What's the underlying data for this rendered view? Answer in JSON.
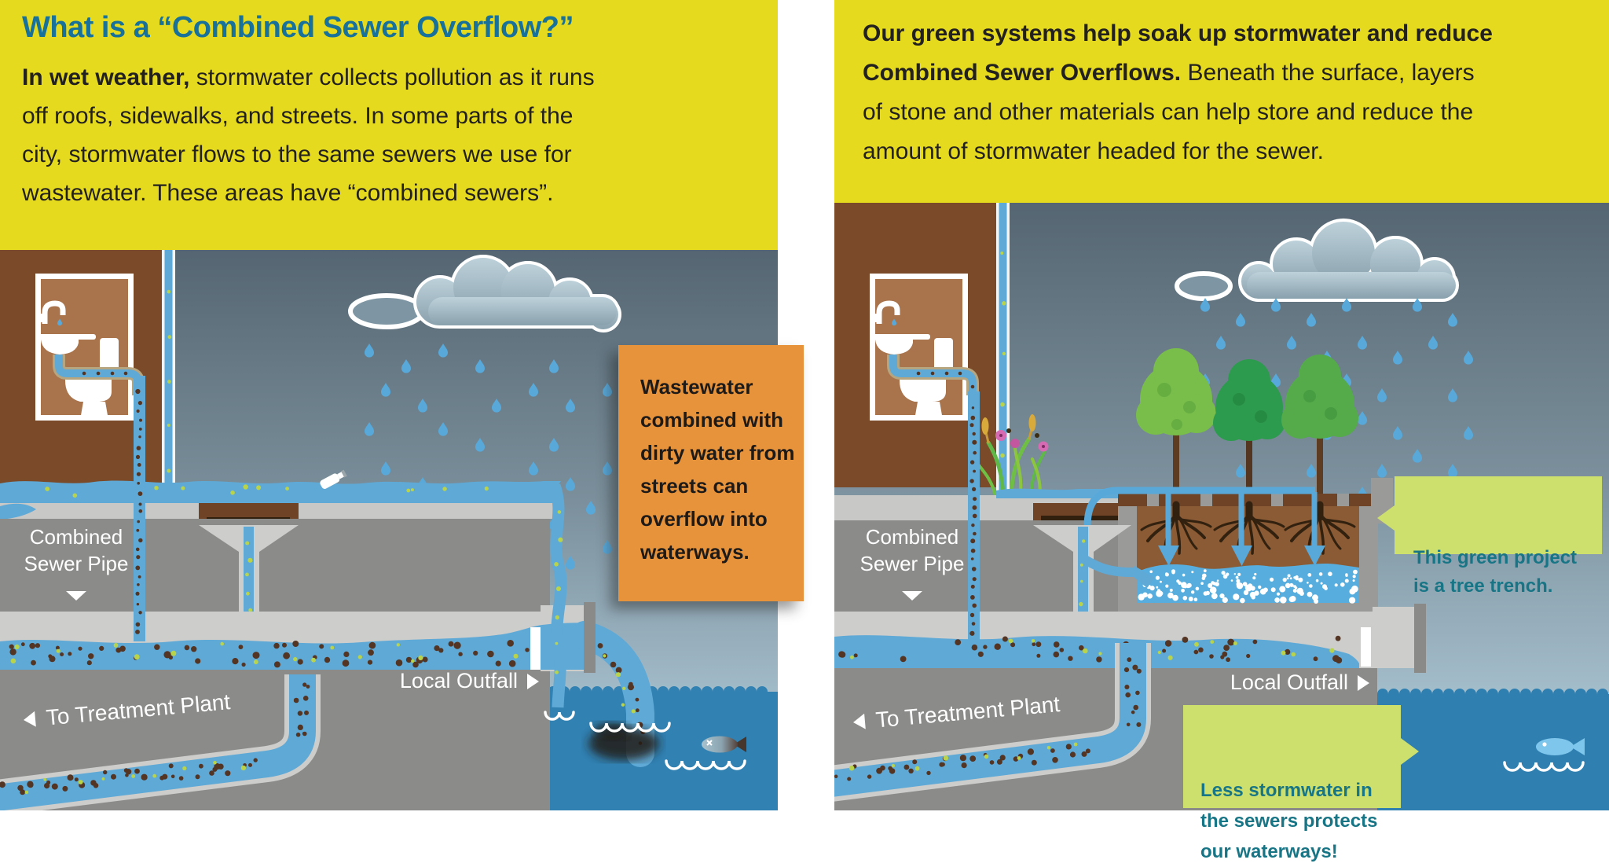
{
  "left_panel": {
    "title": "What is a “Combined Sewer Overflow?”",
    "body_bold": "In wet weather,",
    "body_rest": " stormwater collects pollution as it runs\noff roofs, sidewalks, and streets. In some parts of the\ncity, stormwater flows to the same sewers we use for\nwastewater. These areas have “combined sewers”.",
    "labels": {
      "combined_sewer_pipe": "Combined Sewer Pipe",
      "to_treatment_plant": "To Treatment Plant",
      "local_outfall": "Local Outfall"
    },
    "callout_overflow": "Wastewater combined with dirty water from streets can overflow into waterways."
  },
  "right_panel": {
    "body_bold": "Our green systems help soak up stormwater and reduce\nCombined Sewer Overflows.",
    "body_rest": " Beneath the surface, layers\nof stone and other materials can help store and reduce the\namount of stormwater headed for the sewer.",
    "labels": {
      "combined_sewer_pipe": "Combined Sewer Pipe",
      "to_treatment_plant": "To Treatment Plant",
      "local_outfall": "Local Outfall"
    },
    "callout_tree_trench": "This green project\nis a tree trench.",
    "callout_less_stormwater": "Less stormwater in\nthe sewers protects\nour waterways!"
  },
  "colors": {
    "header_yellow": "#e6da1e",
    "title_teal": "#17719a",
    "body_text": "#232020",
    "callout_orange": "#e7933c",
    "callout_green_bg": "#cde06e",
    "callout_green_text": "#177585",
    "sky_top": "#556672",
    "sky_bottom": "#c2d7e0",
    "water_pipe_blue": "#5fa9d6",
    "rain": "#58a9da",
    "waterway_blue": "#3181b2",
    "building_brown": "#7a4a29",
    "wall_interior": "#a9744c",
    "sidewalk_gray": "#c8c8c6",
    "underground_gray": "#8b8b89",
    "pipe_light_gray": "#cdcdcb",
    "trench_wall_gray": "#9a9a98",
    "trench_soil": "#8a5b35",
    "pollution_brown": "#543423",
    "pollution_green": "#b9d44a",
    "stone_white": "#ffffff",
    "tree_green_light": "#79bd4b",
    "tree_green_dark": "#2d9b4d",
    "tree_green_mid": "#55ab49",
    "label_white": "#ffffff"
  }
}
